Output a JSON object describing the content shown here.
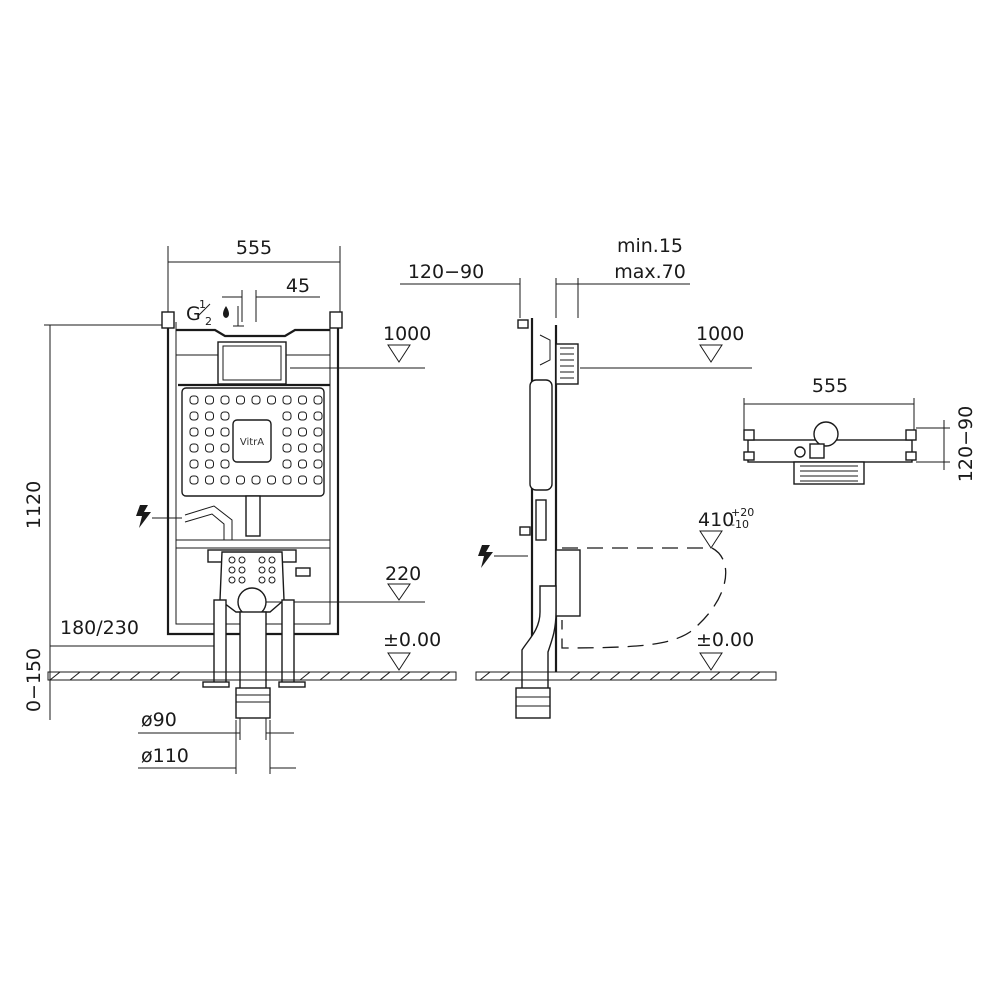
{
  "front_view": {
    "width": "555",
    "offset": "45",
    "supply": "G",
    "supply_frac_num": "1",
    "supply_frac_den": "2",
    "height": "1120",
    "level_top": "1000",
    "level_outlet": "220",
    "level_floor": "±0.00",
    "foot_distance": "180/230",
    "adjust_range": "0−150",
    "pipe_small": "ø90",
    "pipe_large": "ø110",
    "logo": "VitrA"
  },
  "side_view": {
    "wall_depth": "120−90",
    "tile_min": "min.15",
    "tile_max": "max.70",
    "level_top": "1000",
    "pan_height": "410",
    "pan_tol_plus": "+20",
    "pan_tol_minus": "-10",
    "level_floor": "±0.00"
  },
  "top_view": {
    "width": "555",
    "depth": "120−90"
  },
  "icons": [
    "electric-icon",
    "water-drop-icon",
    "flush-plate-icon"
  ]
}
